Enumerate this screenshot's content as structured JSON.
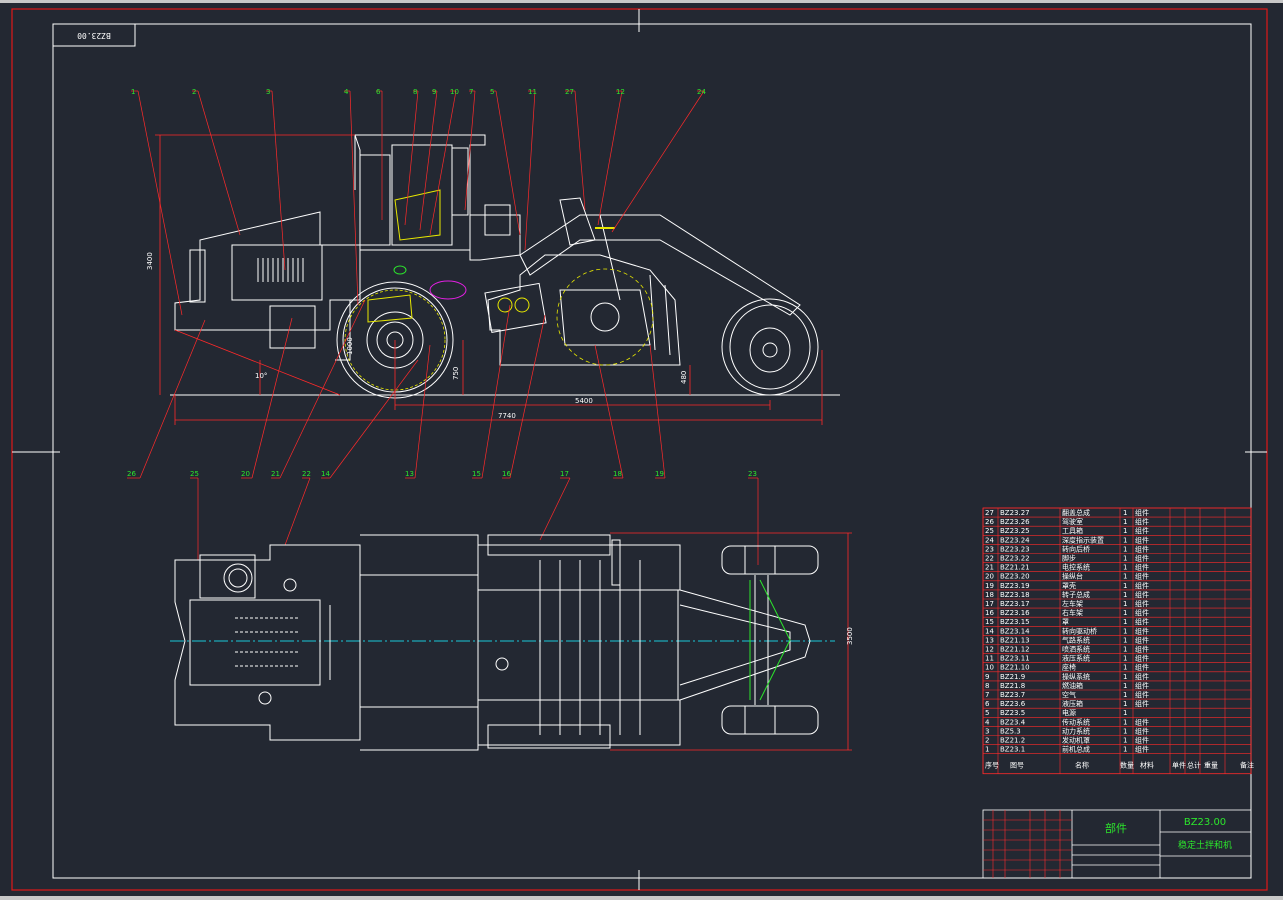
{
  "drawing": {
    "code_box": "BZ23.00",
    "title_code": "BZ23.00",
    "title_name": "稳定土拌和机",
    "title_assembly": "部件",
    "colors": {
      "background": "#232832",
      "frame": "#e01818",
      "lines": "#ffffff",
      "dims": "#ff2a2a",
      "text_green": "#2ce62c",
      "centerline": "#18c8d8",
      "accent_yellow": "#e8e800",
      "accent_magenta": "#e020e0"
    }
  },
  "balloons": {
    "top": [
      "1",
      "2",
      "3",
      "4",
      "6",
      "8",
      "9",
      "10",
      "7",
      "5",
      "11",
      "27",
      "12",
      "24"
    ],
    "bottom": [
      "26",
      "25",
      "20",
      "21",
      "22",
      "14",
      "13",
      "15",
      "16",
      "17",
      "18",
      "19",
      "23"
    ]
  },
  "dimensions": {
    "height": "3400",
    "wheelbase": "5400",
    "length": "7740",
    "width": "3500",
    "d1": "10°",
    "d2": "750",
    "d3": "480",
    "d4": "1000"
  },
  "parts_list": {
    "rows": [
      {
        "no": "27",
        "code": "BZ23.27",
        "name": "翻盖总成",
        "qty": "1",
        "mat": "组件"
      },
      {
        "no": "26",
        "code": "BZ23.26",
        "name": "驾驶室",
        "qty": "1",
        "mat": "组件"
      },
      {
        "no": "25",
        "code": "BZ23.25",
        "name": "工具箱",
        "qty": "1",
        "mat": "组件"
      },
      {
        "no": "24",
        "code": "BZ23.24",
        "name": "深度指示装置",
        "qty": "1",
        "mat": "组件"
      },
      {
        "no": "23",
        "code": "BZ23.23",
        "name": "转向后桥",
        "qty": "1",
        "mat": "组件"
      },
      {
        "no": "22",
        "code": "BZ23.22",
        "name": "脚步",
        "qty": "1",
        "mat": "组件"
      },
      {
        "no": "21",
        "code": "BZ21.21",
        "name": "电控系统",
        "qty": "1",
        "mat": "组件"
      },
      {
        "no": "20",
        "code": "BZ23.20",
        "name": "操纵台",
        "qty": "1",
        "mat": "组件"
      },
      {
        "no": "19",
        "code": "BZ23.19",
        "name": "罩壳",
        "qty": "1",
        "mat": "组件"
      },
      {
        "no": "18",
        "code": "BZ23.18",
        "name": "转子总成",
        "qty": "1",
        "mat": "组件"
      },
      {
        "no": "17",
        "code": "BZ23.17",
        "name": "左车架",
        "qty": "1",
        "mat": "组件"
      },
      {
        "no": "16",
        "code": "BZ23.16",
        "name": "右车架",
        "qty": "1",
        "mat": "组件"
      },
      {
        "no": "15",
        "code": "BZ23.15",
        "name": "罩",
        "qty": "1",
        "mat": "组件"
      },
      {
        "no": "14",
        "code": "BZ23.14",
        "name": "转向驱动桥",
        "qty": "1",
        "mat": "组件"
      },
      {
        "no": "13",
        "code": "BZ21.13",
        "name": "气路系统",
        "qty": "1",
        "mat": "组件"
      },
      {
        "no": "12",
        "code": "BZ21.12",
        "name": "喷洒系统",
        "qty": "1",
        "mat": "组件"
      },
      {
        "no": "11",
        "code": "BZ23.11",
        "name": "液压系统",
        "qty": "1",
        "mat": "组件"
      },
      {
        "no": "10",
        "code": "BZ21.10",
        "name": "座椅",
        "qty": "1",
        "mat": "组件"
      },
      {
        "no": "9",
        "code": "BZ21.9",
        "name": "操纵系统",
        "qty": "1",
        "mat": "组件"
      },
      {
        "no": "8",
        "code": "BZ21.8",
        "name": "燃油箱",
        "qty": "1",
        "mat": "组件"
      },
      {
        "no": "7",
        "code": "BZ23.7",
        "name": "空气",
        "qty": "1",
        "mat": "组件"
      },
      {
        "no": "6",
        "code": "BZ23.6",
        "name": "液压箱",
        "qty": "1",
        "mat": "组件"
      },
      {
        "no": "5",
        "code": "BZ23.5",
        "name": "电源",
        "qty": "1",
        "mat": ""
      },
      {
        "no": "4",
        "code": "BZ23.4",
        "name": "传动系统",
        "qty": "1",
        "mat": "组件"
      },
      {
        "no": "3",
        "code": "BZ5.3",
        "name": "动力系统",
        "qty": "1",
        "mat": "组件"
      },
      {
        "no": "2",
        "code": "BZ21.2",
        "name": "发动机罩",
        "qty": "1",
        "mat": "组件"
      },
      {
        "no": "1",
        "code": "BZ23.1",
        "name": "前机总成",
        "qty": "1",
        "mat": "组件"
      }
    ],
    "header": [
      "序号",
      "图号",
      "名称",
      "数量",
      "材料",
      "单件",
      "总计",
      "重量",
      "备注"
    ]
  }
}
